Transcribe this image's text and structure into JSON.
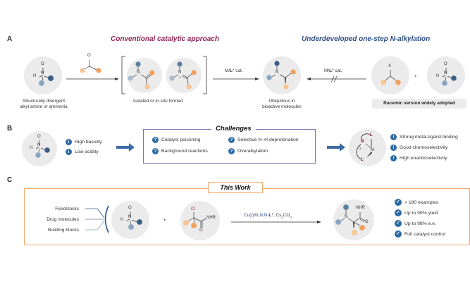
{
  "colors": {
    "dark_blue": "#3b5f85",
    "light_blue": "#8aa4bf",
    "orange": "#f3a05a",
    "light_orange": "#f7c495",
    "maroon": "#8e2456",
    "navy_title": "#2e4f86",
    "challenge_border": "#7d6fae",
    "work_border": "#f0a868",
    "badge_blue": "#2c6aa6",
    "arrow_blue": "#3d6aa5"
  },
  "panel_a": {
    "label": "A",
    "conventional_title": "Conventional catalytic approach",
    "underdeveloped_title": "Underdeveloped  one-step  N-alkylation",
    "amine": {
      "atoms": {
        "O": "O",
        "N": "N",
        "H": "H"
      }
    },
    "amine_caption_line1": "Structurally divergent",
    "amine_caption_line2": "alkyl amine or ammonia",
    "carbonyl_O": "O",
    "intermediate_N1": "N",
    "intermediate_N2": "N",
    "intermediate_plus": "+",
    "intermediate_caption_pre": "Isolated or ",
    "intermediate_caption_ital": "in-situ",
    "intermediate_caption_post": " formed",
    "cat_label_prefix": "M/",
    "cat_label_bold": "L",
    "cat_label_suffix": "* cat.",
    "product_N": "N",
    "product_caption_line1": "Ubiquitous in",
    "product_caption_line2": "bioactive molecules",
    "blocked_cat_prefix": "M/",
    "blocked_cat_bold": "L",
    "blocked_cat_suffix": "* cat.",
    "halide_X": "X",
    "plus": "+",
    "amine2": {
      "O": "O",
      "N": "N",
      "H": "H"
    },
    "racemic_note": "Racemic version widely adopted"
  },
  "panel_b": {
    "label": "B",
    "amine": {
      "O": "O",
      "N": "N",
      "H": "H"
    },
    "properties": [
      {
        "icon": "info-icon",
        "glyph": "i",
        "text": "High basicity"
      },
      {
        "icon": "info-icon",
        "glyph": "i",
        "text": "Low acidity"
      }
    ],
    "challenges_title": "Challenges",
    "challenges": [
      {
        "icon": "question-icon",
        "glyph": "?",
        "text": "Catalyst poisoning"
      },
      {
        "icon": "question-icon",
        "glyph": "?",
        "text": "Background reactions"
      },
      {
        "icon": "question-icon",
        "glyph": "?",
        "text": "Selective N–H deprotonation"
      },
      {
        "icon": "question-icon",
        "glyph": "?",
        "text": "Overalkylation"
      }
    ],
    "catalyst_atoms": {
      "X": "X",
      "L": "L",
      "M": "M",
      "L2": "L'",
      "star": "*"
    },
    "solutions": [
      {
        "icon": "exclamation-icon",
        "glyph": "!",
        "text": "Strong metal-ligand binding"
      },
      {
        "icon": "exclamation-icon",
        "glyph": "!",
        "text": "Good chemoselectivity"
      },
      {
        "icon": "exclamation-icon",
        "glyph": "!",
        "text": "High enantioselectivity"
      }
    ]
  },
  "panel_c": {
    "label": "C",
    "title": "This Work",
    "sources": [
      "Feedstocks",
      "Drug molecules",
      "Building blocks"
    ],
    "amine": {
      "O": "O",
      "N": "N",
      "H": "H"
    },
    "plus": "+",
    "electrophile": {
      "Cl": "Cl",
      "NHR": "NHR",
      "O": "O"
    },
    "conditions_pre": "Cu(I)/N,N,N-",
    "conditions_bold": "L",
    "conditions_post": "*, Cs",
    "conditions_sub1": "2",
    "conditions_mid": "CO",
    "conditions_sub2": "3",
    "product": {
      "N": "N",
      "NHR": "NHR",
      "O": "O"
    },
    "highlights": [
      {
        "icon": "check-icon",
        "glyph": "✓",
        "text": "> 180 examples"
      },
      {
        "icon": "check-icon",
        "glyph": "✓",
        "text": "Up to 99% yield"
      },
      {
        "icon": "check-icon",
        "glyph": "✓",
        "text": "Up to 98% e.e."
      },
      {
        "icon": "check-icon",
        "glyph": "✓",
        "text": "Full catalyst control"
      }
    ]
  }
}
